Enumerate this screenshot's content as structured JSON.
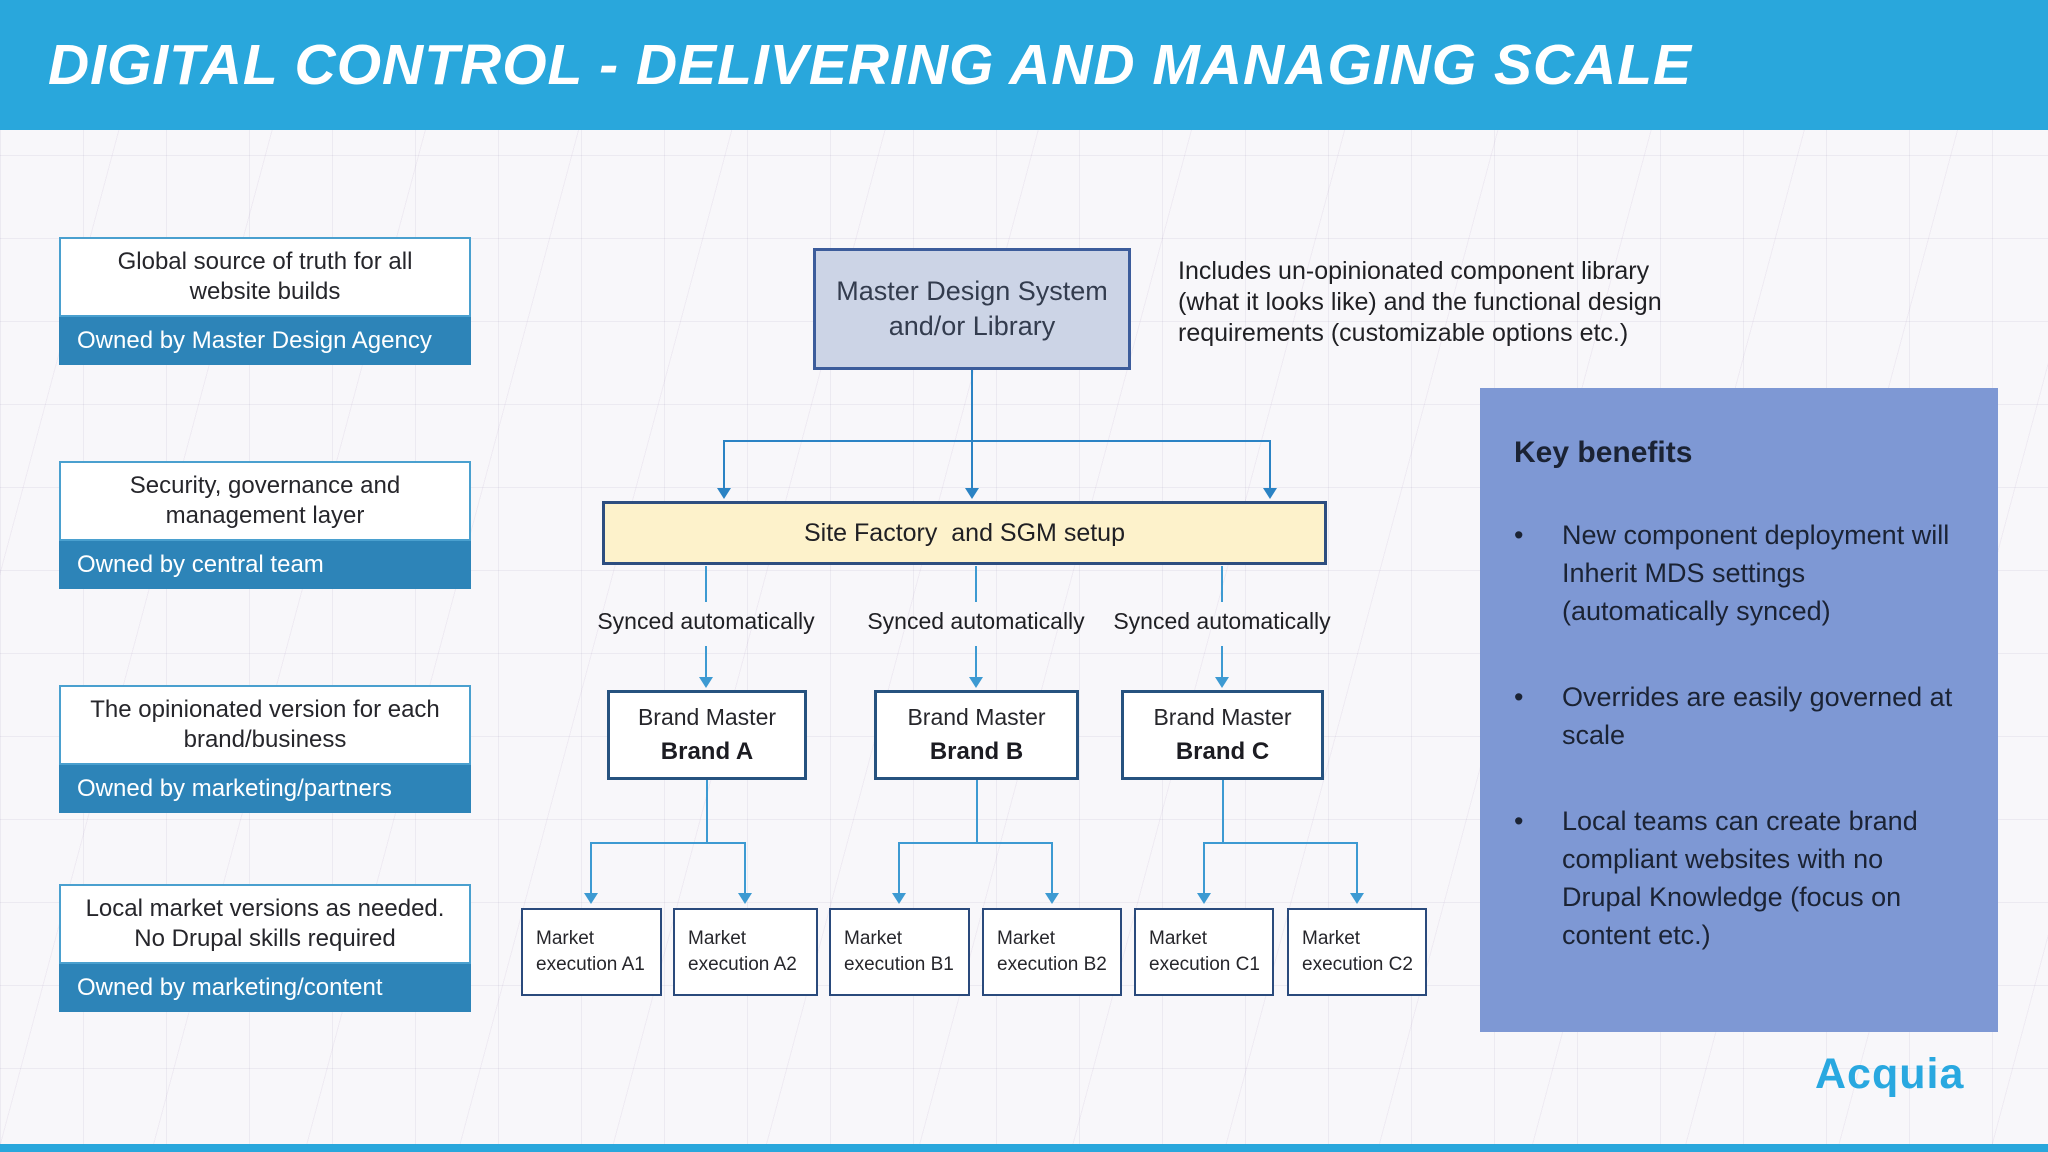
{
  "header": {
    "title": "DIGITAL CONTROL - DELIVERING AND MANAGING SCALE"
  },
  "left_cards": [
    {
      "text": "Global source of truth for all website builds",
      "owner": "Owned by Master Design Agency"
    },
    {
      "text": "Security, governance and management layer",
      "owner": "Owned by central team"
    },
    {
      "text": "The opinionated version for each brand/business",
      "owner": "Owned by marketing/partners"
    },
    {
      "text": "Local market versions as needed. No Drupal skills required",
      "owner": "Owned by marketing/content"
    }
  ],
  "diagram": {
    "mds_box": "Master Design System and/or Library",
    "mds_note": "Includes un-opinionated component library (what it looks like) and the functional design requirements (customizable options etc.)",
    "site_factory": "Site Factory  and SGM setup",
    "sync_labels": [
      "Synced automatically",
      "Synced automatically",
      "Synced automatically"
    ],
    "brand_masters": [
      {
        "line1": "Brand Master",
        "line2": "Brand A"
      },
      {
        "line1": "Brand Master",
        "line2": "Brand B"
      },
      {
        "line1": "Brand Master",
        "line2": "Brand C"
      }
    ],
    "markets": [
      "Market execution A1",
      "Market execution A2",
      "Market execution B1",
      "Market execution B2",
      "Market execution C1",
      "Market execution C2"
    ]
  },
  "key_benefits": {
    "title": "Key benefits",
    "bullet": "•",
    "items": [
      "New component deployment will Inherit MDS settings (automatically synced)",
      "Overrides are easily governed at scale",
      "Local teams can create brand compliant websites with no Drupal Knowledge (focus on content etc.)"
    ]
  },
  "footer": {
    "logo": "Acquia"
  },
  "colors": {
    "header_blue": "#29a7dc",
    "card_band_blue": "#2d84b8",
    "card_border_blue": "#4aa0cf",
    "mds_fill": "#ccd4e6",
    "mds_border": "#3c5c9b",
    "site_factory_fill": "#fdf2cb",
    "site_factory_border": "#2d4e80",
    "brand_border": "#26527f",
    "connector_top": "#2b83c4",
    "connector_low": "#3d9ad2",
    "key_benefits_fill": "#7e98d4",
    "acquia_blue": "#29a8e0"
  }
}
